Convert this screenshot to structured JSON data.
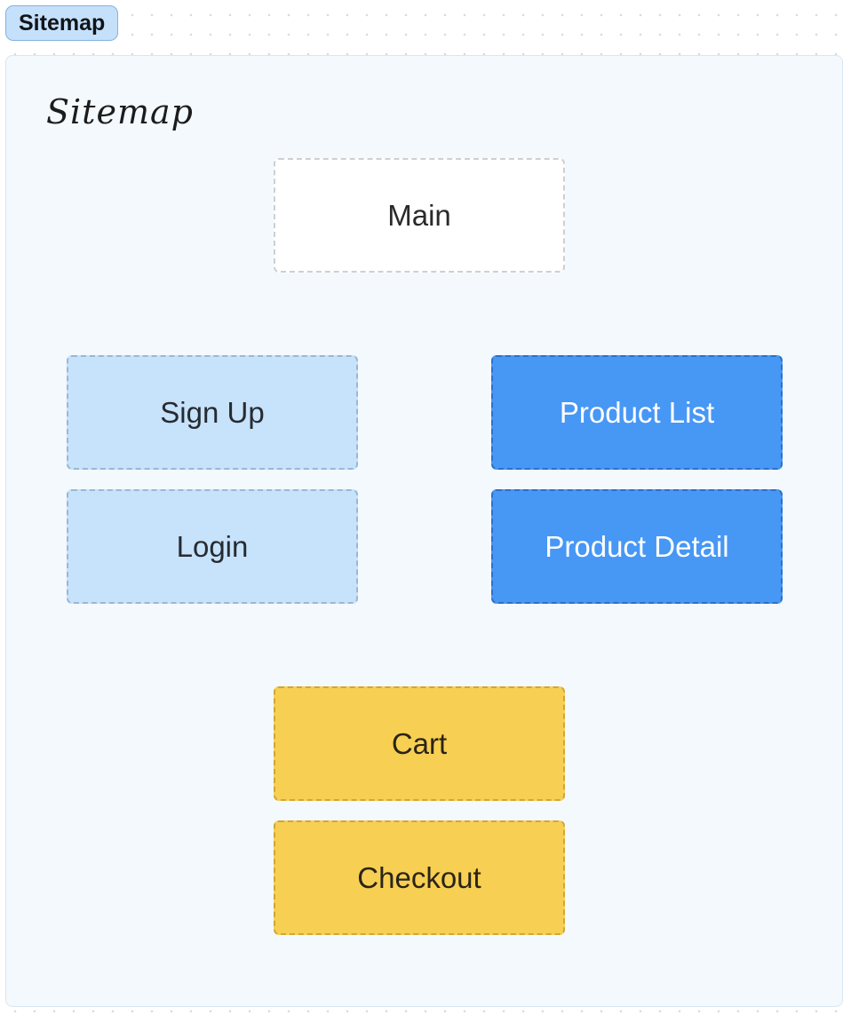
{
  "frame": {
    "tab_label": "Sitemap",
    "title": "Sitemap"
  },
  "nodes": {
    "main": "Main",
    "sign_up": "Sign Up",
    "login": "Login",
    "product_list": "Product List",
    "product_detail": "Product Detail",
    "cart": "Cart",
    "checkout": "Checkout"
  },
  "colors": {
    "main_fill": "#ffffff",
    "auth_fill": "#c7e2fb",
    "product_fill": "#4797f5",
    "cart_fill": "#f7cf52",
    "frame_fill": "#f4f9fd",
    "tab_fill": "#c5e0fa"
  }
}
